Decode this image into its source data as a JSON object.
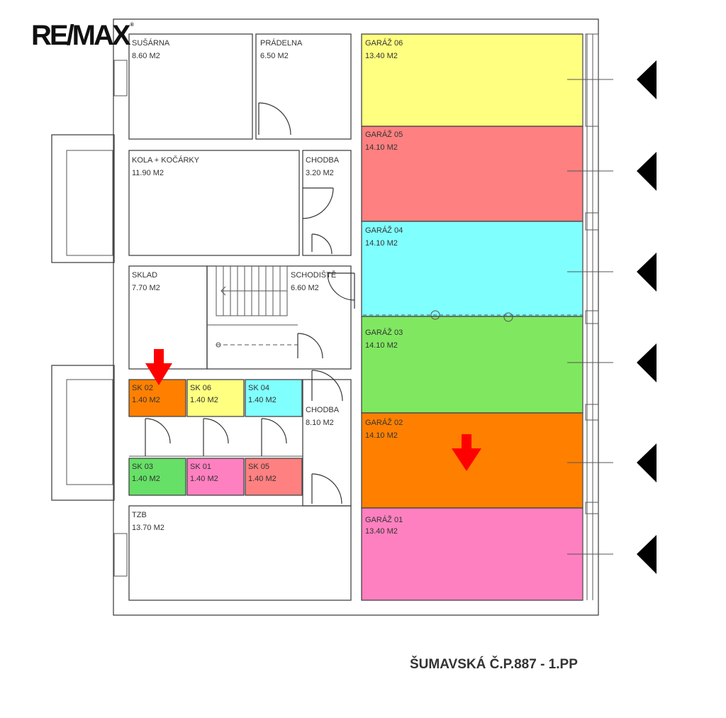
{
  "logo": {
    "text": "RE/MAX"
  },
  "caption": "ŠUMAVSKÁ Č.P.887 - 1.PP",
  "rooms": {
    "susarna": {
      "name": "SUŠÁRNA",
      "area": "8.60 M2"
    },
    "pradelna": {
      "name": "PRÁDELNA",
      "area": "6.50 M2"
    },
    "kola": {
      "name": "KOLA + KOČÁRKY",
      "area": "11.90 M2"
    },
    "chodba_upper": {
      "name": "CHODBA",
      "area": "3.20 M2"
    },
    "sklad": {
      "name": "SKLAD",
      "area": "7.70 M2"
    },
    "schodiste": {
      "name": "SCHODIŠTĚ",
      "area": "6.60 M2"
    },
    "chodba_lower": {
      "name": "CHODBA",
      "area": "8.10 M2"
    },
    "tzb": {
      "name": "TZB",
      "area": "13.70 M2"
    }
  },
  "storage": {
    "sk02": {
      "name": "SK 02",
      "area": "1.40 M2",
      "color": "#FF8000"
    },
    "sk06": {
      "name": "SK 06",
      "area": "1.40 M2",
      "color": "#FFFF80"
    },
    "sk04": {
      "name": "SK 04",
      "area": "1.40 M2",
      "color": "#80FFFF"
    },
    "sk03": {
      "name": "SK 03",
      "area": "1.40 M2",
      "color": "#66E066"
    },
    "sk01": {
      "name": "SK 01",
      "area": "1.40 M2",
      "color": "#FF80C0"
    },
    "sk05": {
      "name": "SK 05",
      "area": "1.40 M2",
      "color": "#FF8080"
    }
  },
  "garages": {
    "g06": {
      "name": "GARÁŽ 06",
      "area": "13.40 M2",
      "color": "#FFFF80"
    },
    "g05": {
      "name": "GARÁŽ 05",
      "area": "14.10 M2",
      "color": "#FF8080"
    },
    "g04": {
      "name": "GARÁŽ 04",
      "area": "14.10 M2",
      "color": "#80FFFF"
    },
    "g03": {
      "name": "GARÁŽ 03",
      "area": "14.10 M2",
      "color": "#80E860"
    },
    "g02": {
      "name": "GARÁŽ 02",
      "area": "14.10 M2",
      "color": "#FF8000"
    },
    "g01": {
      "name": "GARÁŽ 01",
      "area": "13.40 M2",
      "color": "#FF80C0"
    }
  },
  "markers": {
    "arrow_color": "#FF0000"
  },
  "icons": {
    "entry": "triangle-left-icon",
    "highlight": "arrow-down-icon"
  }
}
